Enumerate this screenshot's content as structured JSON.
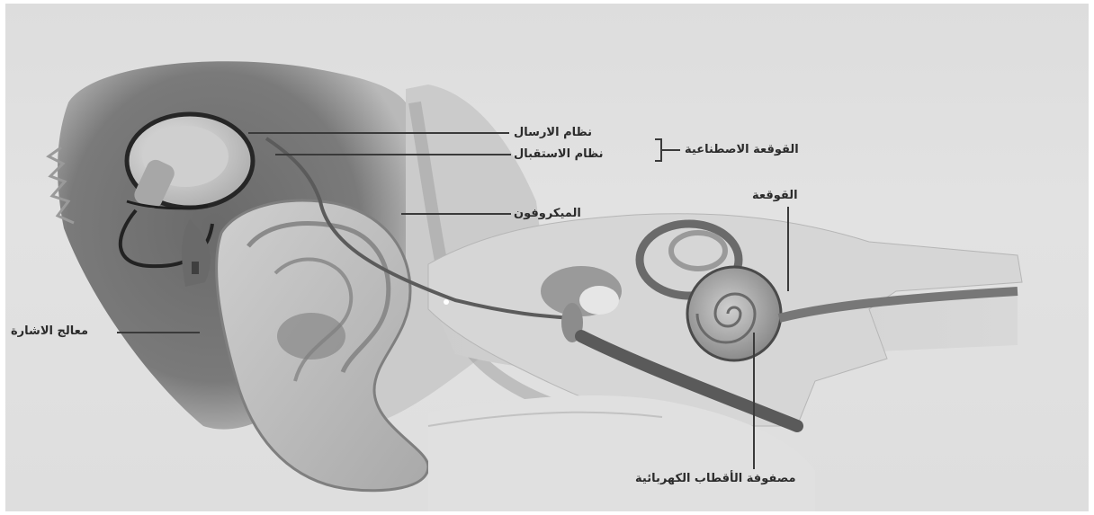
{
  "labels": {
    "transmitter": "نظام الارسال",
    "receiver": "نظام الاستقبال",
    "implant_group": "القوقعة الاصطناعية",
    "microphone": "الميكروفون",
    "cochlea": "القوقعة",
    "processor": "معالج الاشارة",
    "electrode_array": "مصفوفة الأقطاب الكهربائية"
  }
}
